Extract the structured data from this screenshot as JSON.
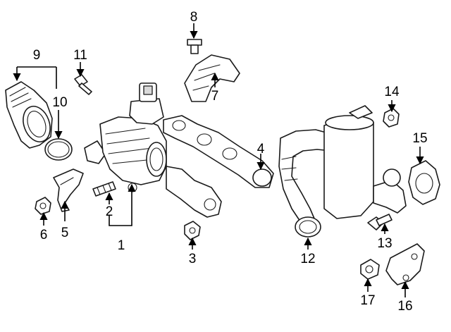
{
  "colors": {
    "line": "#1a1a1a",
    "background": "#ffffff",
    "shade": "#d9d9d9"
  },
  "callouts": [
    {
      "id": "1",
      "text": "1"
    },
    {
      "id": "2",
      "text": "2"
    },
    {
      "id": "3",
      "text": "3"
    },
    {
      "id": "4",
      "text": "4"
    },
    {
      "id": "5",
      "text": "5"
    },
    {
      "id": "6",
      "text": "6"
    },
    {
      "id": "7",
      "text": "7"
    },
    {
      "id": "8",
      "text": "8"
    },
    {
      "id": "9",
      "text": "9"
    },
    {
      "id": "10",
      "text": "10"
    },
    {
      "id": "11",
      "text": "11"
    },
    {
      "id": "12",
      "text": "12"
    },
    {
      "id": "13",
      "text": "13"
    },
    {
      "id": "14",
      "text": "14"
    },
    {
      "id": "15",
      "text": "15"
    },
    {
      "id": "16",
      "text": "16"
    },
    {
      "id": "17",
      "text": "17"
    }
  ]
}
